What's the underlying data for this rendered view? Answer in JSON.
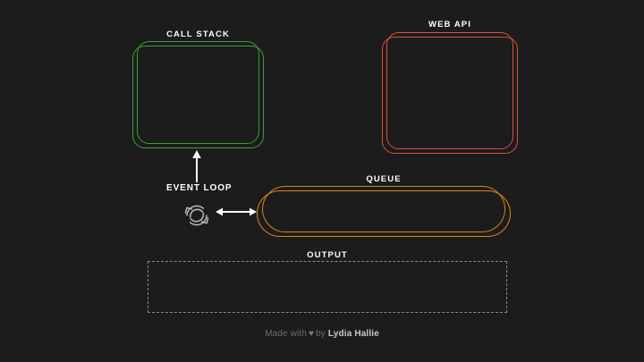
{
  "theme": {
    "background": "#1c1c1c",
    "label_color": "#ffffff",
    "call_stack_color": "#3a9e3a",
    "web_api_color": "#d4523f",
    "queue_color": "#d98516",
    "output_border_color": "#8a8a8a",
    "arrow_color": "#ffffff",
    "footer_text_color": "#6d6d6d",
    "footer_author_color": "#c9c9c9"
  },
  "panels": {
    "call_stack": {
      "label": "CALL STACK",
      "items": []
    },
    "web_api": {
      "label": "WEB API",
      "items": []
    },
    "queue": {
      "label": "QUEUE",
      "items": []
    },
    "output": {
      "label": "OUTPUT",
      "lines": []
    }
  },
  "event_loop": {
    "label": "EVENT LOOP",
    "icon": "sync-loop-icon",
    "arrow_up": "arrow-up-icon",
    "arrow_horizontal": "arrow-left-right-icon"
  },
  "footer": {
    "prefix": "Made with",
    "heart": "♥",
    "by": "by",
    "author": "Lydia Hallie"
  }
}
